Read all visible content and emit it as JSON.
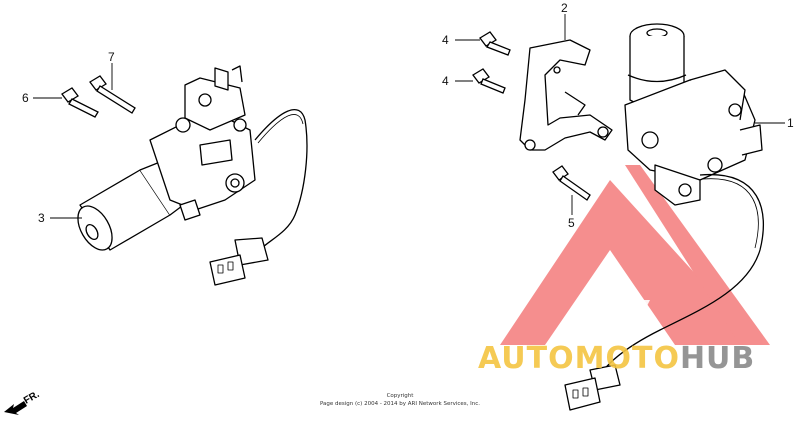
{
  "callouts": {
    "c1": "1",
    "c2": "2",
    "c3": "3",
    "c4a": "4",
    "c4b": "4",
    "c5": "5",
    "c6": "6",
    "c7": "7"
  },
  "footer": {
    "line1": "Copyright",
    "line2": "Page design (c) 2004 - 2014 by ARI Network Services, Inc."
  },
  "direction": {
    "label": "FR."
  },
  "watermark": {
    "part1": "AUTOMOTO",
    "part2": "HUB",
    "colors": {
      "triangle": "#f47b7b",
      "auto": "#f4c542",
      "hub": "#8a8a8a"
    }
  },
  "icons": [
    "front-direction-arrow-icon",
    "watermark-triangle-icon"
  ]
}
